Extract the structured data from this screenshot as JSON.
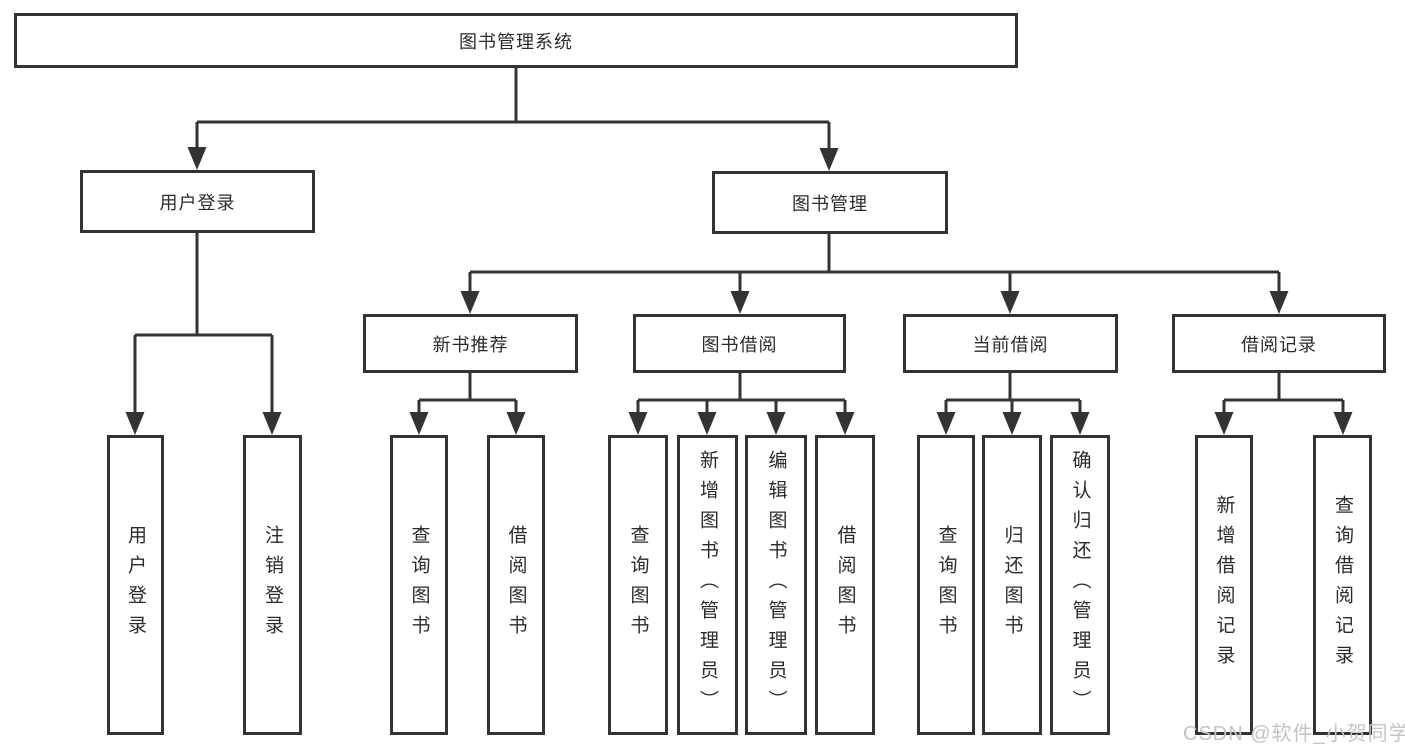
{
  "diagram": {
    "title": "图书管理系统",
    "root": {
      "label": "图书管理系统"
    },
    "level2": {
      "user_login": {
        "label": "用户登录"
      },
      "book_management": {
        "label": "图书管理"
      }
    },
    "level3": {
      "new_book_recommend": {
        "label": "新书推荐"
      },
      "book_borrow": {
        "label": "图书借阅"
      },
      "current_borrow": {
        "label": "当前借阅"
      },
      "borrow_records": {
        "label": "借阅记录"
      }
    },
    "leaves": {
      "user_login": [
        "用户登录",
        "注销登录"
      ],
      "new_book_recommend": [
        "查询图书",
        "借阅图书"
      ],
      "book_borrow": [
        "查询图书",
        "新增图书（管理员）",
        "编辑图书（管理员）",
        "借阅图书"
      ],
      "current_borrow": [
        "查询图书",
        "归还图书",
        "确认归还（管理员）"
      ],
      "borrow_records": [
        "新增借阅记录",
        "查询借阅记录"
      ]
    }
  },
  "watermark": "CSDN @软件_小贺同学",
  "colors": {
    "line": "#333333",
    "border": "#333333",
    "text": "#2b2b2b",
    "watermark": "#c4c4c4",
    "background": "#ffffff"
  }
}
